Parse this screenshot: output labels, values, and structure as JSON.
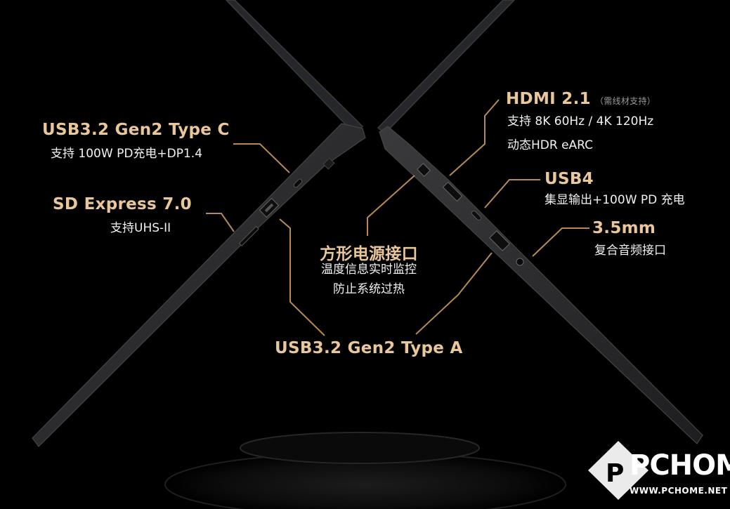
{
  "callouts": {
    "usb_c": {
      "title": "USB3.2 Gen2 Type C",
      "desc": "支持 100W PD充电+DP1.4"
    },
    "sd": {
      "title": "SD Express 7.0",
      "desc": "支持UHS-II"
    },
    "power": {
      "title": "方形电源接口",
      "desc1": "温度信息实时监控",
      "desc2": "防止系统过热"
    },
    "usb_a": {
      "title": "USB3.2 Gen2 Type A"
    },
    "hdmi": {
      "title": "HDMI 2.1",
      "note": "（需线材支持）",
      "desc1": "支持 8K 60Hz / 4K 120Hz",
      "desc2": "动态HDR eARC"
    },
    "usb4": {
      "title": "USB4",
      "desc": "集显输出+100W PD 充电"
    },
    "audio": {
      "title": "3.5mm",
      "desc": "复合音频接口"
    }
  },
  "watermark": {
    "brand": "PCHOME",
    "url": "WWW.PCHOME.NET"
  },
  "colors": {
    "background": "#000000",
    "accent": "#eac79a",
    "leader_line": "#b58a55",
    "laptop_body": "#2a2a2c"
  }
}
